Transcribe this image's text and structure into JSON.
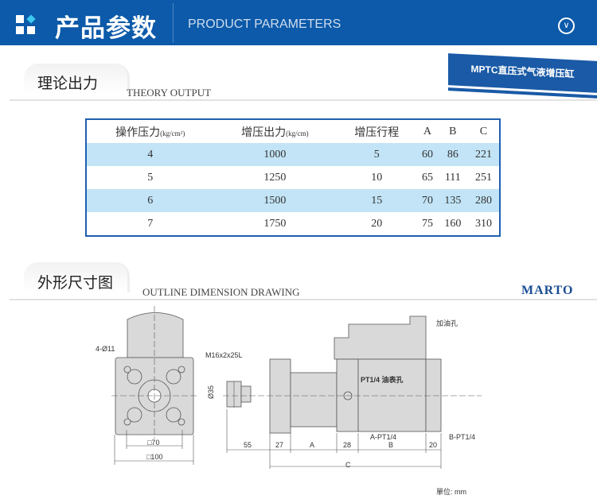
{
  "header": {
    "title_cn": "产品参数",
    "title_en": "PRODUCT PARAMETERS"
  },
  "banner": "MPTC直压式气液增压缸",
  "theory": {
    "title_cn": "理论出力",
    "title_en": "THEORY OUTPUT",
    "headers": [
      "操作压力",
      "(kg/cm²)",
      "增压出力",
      "(kg/cm)",
      "增压行程",
      "A",
      "B",
      "C"
    ],
    "rows": [
      [
        "4",
        "1000",
        "5",
        "60",
        "86",
        "221"
      ],
      [
        "5",
        "1250",
        "10",
        "65",
        "111",
        "251"
      ],
      [
        "6",
        "1500",
        "15",
        "70",
        "135",
        "280"
      ],
      [
        "7",
        "1750",
        "20",
        "75",
        "160",
        "310"
      ]
    ]
  },
  "outline": {
    "title_cn": "外形尺寸图",
    "title_en": "OUTLINE DIMENSION DRAWING",
    "brand": "MARTO",
    "labels": {
      "holes": "4-Ø11",
      "thread": "M16x2x25L",
      "sq70": "□70",
      "sq100": "□100",
      "dia": "Ø35",
      "gauge": "PT1/4 油表孔",
      "fill": "加油孔",
      "a_port": "A-PT1/4",
      "b_port": "B-PT1/4",
      "d55": "55",
      "d27": "27",
      "dA": "A",
      "d28": "28",
      "dB": "B",
      "d20": "20",
      "dC": "C",
      "unit": "單位: mm"
    }
  }
}
